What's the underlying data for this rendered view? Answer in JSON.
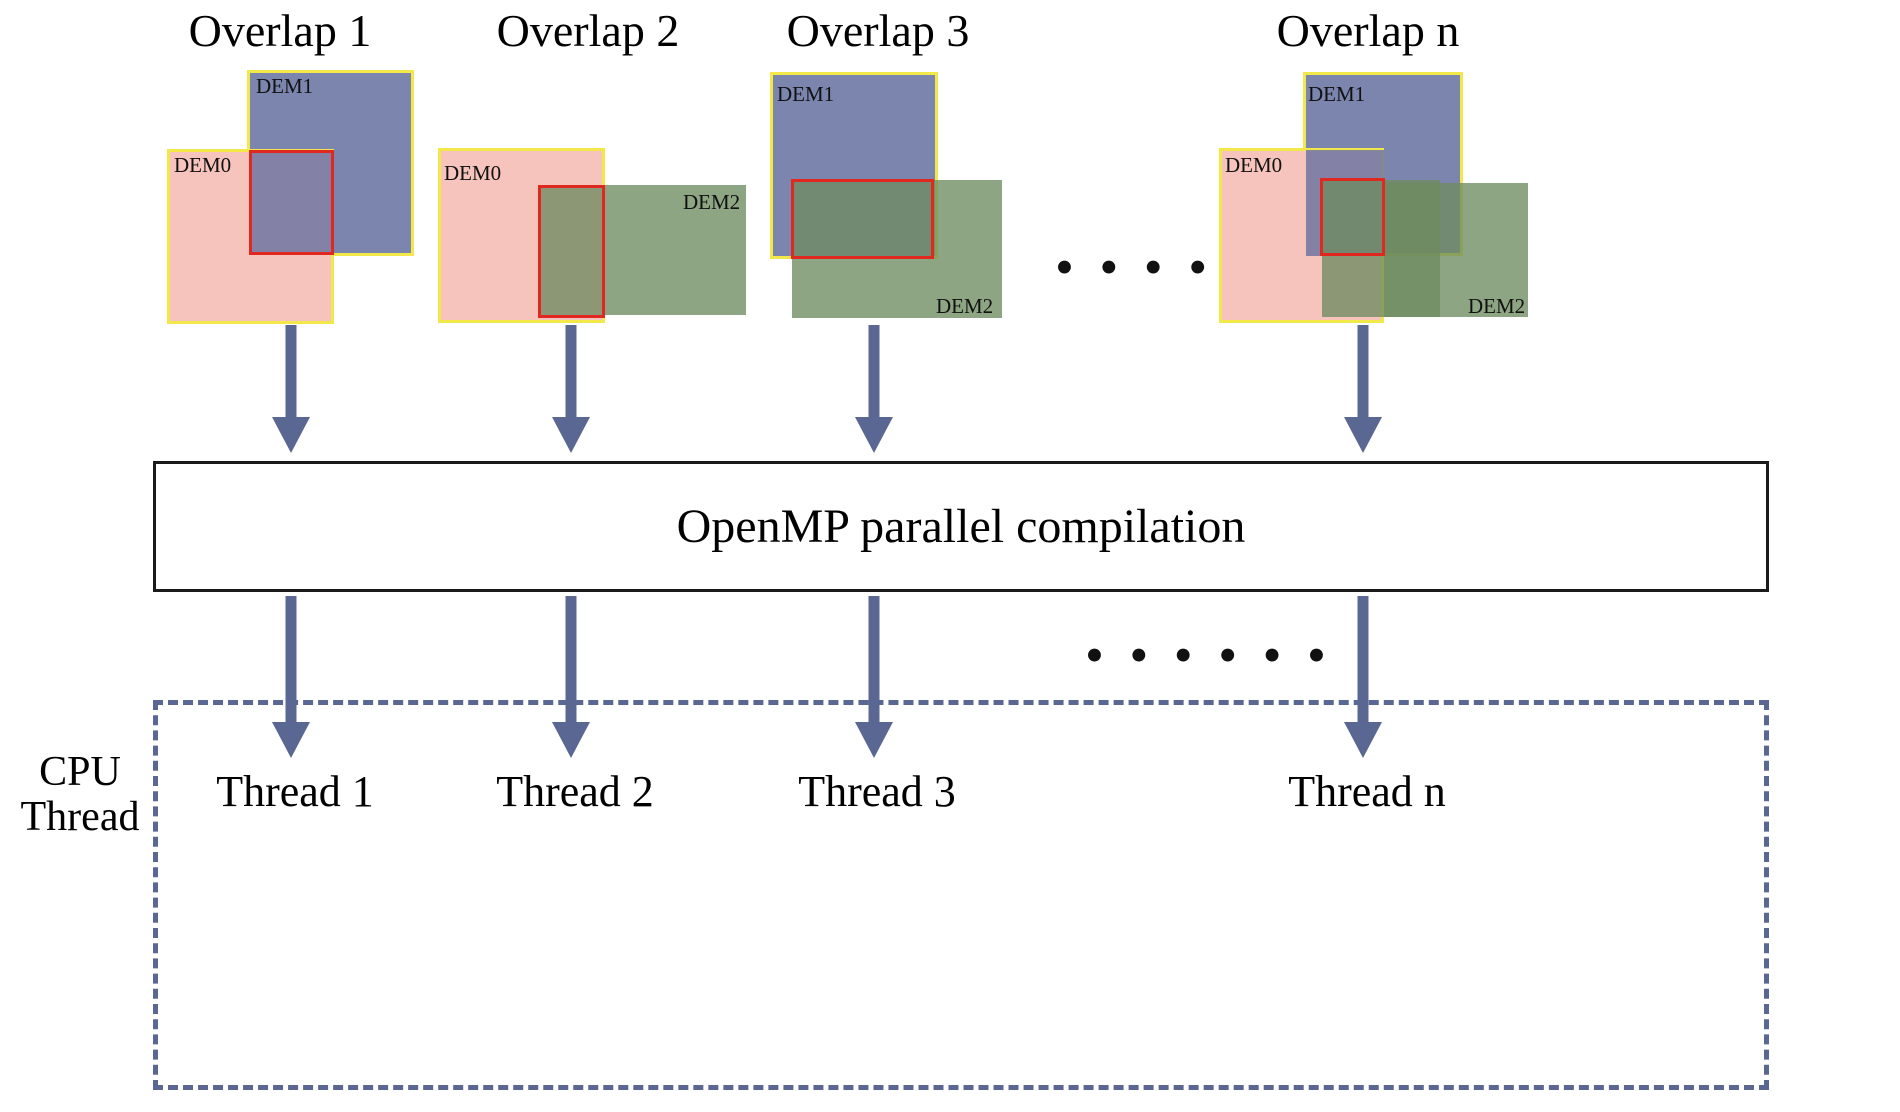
{
  "figure": {
    "title": "OpenMP parallel DEM overlap compilation diagram",
    "colors": {
      "dem0_fill": "#f6c3bd",
      "dem0_border": "#f2e84a",
      "dem1_fill": "#7b85ae",
      "dem1_border": "#f2e84a",
      "dem2_fill": "#6e8c60",
      "overlap_border": "#e02720",
      "arrow": "#5b6793",
      "dashed_box": "#5b6793",
      "openmp_border": "#1b1b1b",
      "text": "#000000"
    }
  },
  "columns": [
    {
      "title": "Overlap 1",
      "dem0": "DEM0",
      "dem1": "DEM1",
      "dem2": ""
    },
    {
      "title": "Overlap 2",
      "dem0": "DEM0",
      "dem1": "",
      "dem2": "DEM2"
    },
    {
      "title": "Overlap 3",
      "dem0": "",
      "dem1": "DEM1",
      "dem2": "DEM2"
    },
    {
      "title": "Overlap n",
      "dem0": "DEM0",
      "dem1": "DEM1",
      "dem2": "DEM2"
    }
  ],
  "ellipsis": {
    "top": "• • •   • • •",
    "middle": "• • •   • • •"
  },
  "openmp": {
    "label": "OpenMP parallel compilation"
  },
  "cpu": {
    "label_line1": "CPU",
    "label_line2": "Thread"
  },
  "threads": [
    {
      "label": "Thread 1"
    },
    {
      "label": "Thread 2"
    },
    {
      "label": "Thread 3"
    },
    {
      "label": "Thread n"
    }
  ]
}
